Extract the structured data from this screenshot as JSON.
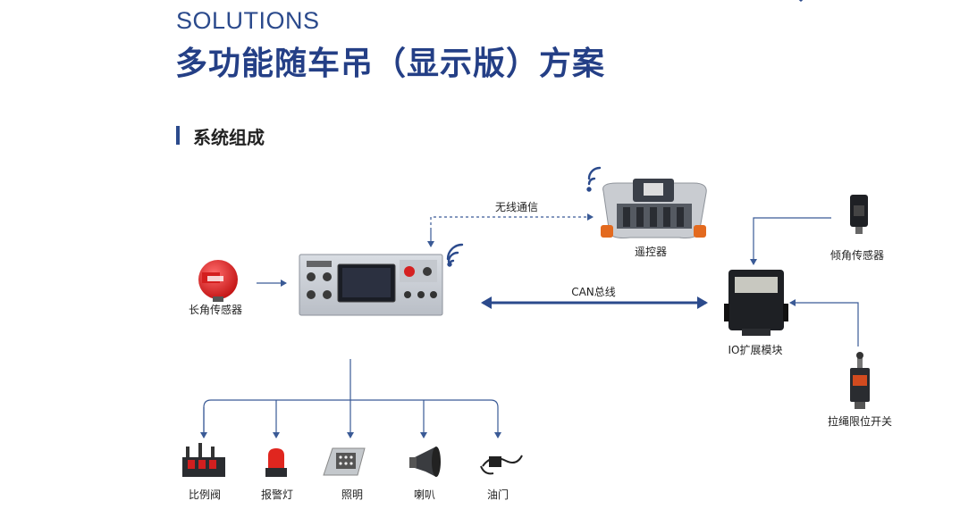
{
  "header": {
    "overline": "SOLUTIONS",
    "title": "多功能随车吊（显示版）方案",
    "section_title": "系统组成"
  },
  "diagram": {
    "nodes": {
      "angle_sensor": "长角传感器",
      "remote": "遥控器",
      "tilt_sensor": "倾角传感器",
      "io_module": "IO扩展模块",
      "rope_switch": "拉绳限位开关",
      "valve": "比例阀",
      "alarm_light": "报警灯",
      "lighting": "照明",
      "horn": "喇叭",
      "throttle": "油门"
    },
    "edges": {
      "wireless": "无线通信",
      "can_bus": "CAN总线"
    }
  },
  "colors": {
    "primary": "#243f86",
    "line": "#3a5a96",
    "can": "#2b4a8c"
  }
}
